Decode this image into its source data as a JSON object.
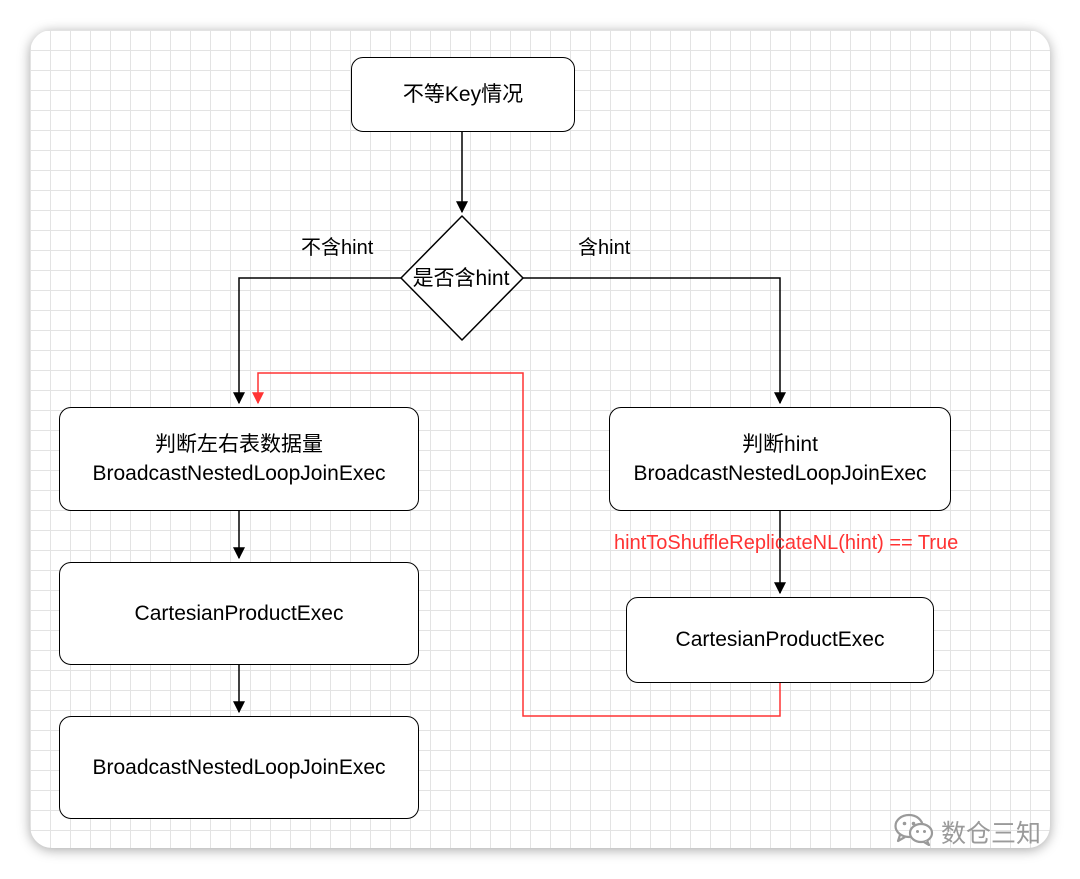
{
  "diagram": {
    "nodes": {
      "start": "不等Key情况",
      "decision": "是否含hint",
      "left_judge_line1": "判断左右表数据量",
      "left_judge_line2": "BroadcastNestedLoopJoinExec",
      "left_cartesian": "CartesianProductExec",
      "left_broadcast": "BroadcastNestedLoopJoinExec",
      "right_judge_line1": "判断hint",
      "right_judge_line2": "BroadcastNestedLoopJoinExec",
      "right_cartesian": "CartesianProductExec"
    },
    "edge_labels": {
      "no_hint": "不含hint",
      "has_hint": "含hint",
      "condition": "hintToShuffleReplicateNL(hint) == True"
    },
    "colors": {
      "highlight": "#ff3333",
      "stroke": "#000000",
      "grid": "#e3e3e3"
    }
  },
  "watermark": {
    "icon": "wechat-icon",
    "text": "数仓三知"
  }
}
